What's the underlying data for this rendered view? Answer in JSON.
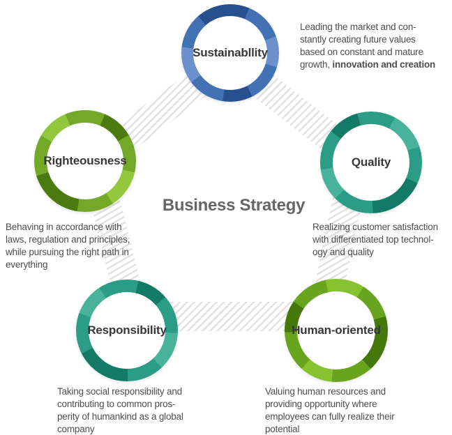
{
  "title": "Business Strategy",
  "colors": {
    "title": "#666666",
    "label": "#383838",
    "description": "#4d4d4d",
    "hatch": "#e2e2e2"
  },
  "circles": [
    {
      "id": "sustainability",
      "label": "Sustainabllity",
      "ring_colors": {
        "dark": "#27508f",
        "base": "#4272b4",
        "light": "#6b90cc"
      },
      "desc": "Leading the market and con-\nstantly creating future values\nbased on constant and mature\ngrowth, ",
      "desc_bold": "innovation and creation"
    },
    {
      "id": "righteousness",
      "label": "Righteousness",
      "ring_colors": {
        "dark": "#4b7a10",
        "base": "#74a828",
        "light": "#93c73e"
      },
      "desc": "Behaving in accordance with\nlaws, regulation and principles,\nwhile pursuing the right path in\neverything",
      "desc_bold": ""
    },
    {
      "id": "quality",
      "label": "Quality",
      "ring_colors": {
        "dark": "#137a65",
        "base": "#2b9c85",
        "light": "#49b29b"
      },
      "desc": "Realizing customer satisfaction\nwith differentiated top technol-\nogy and quality",
      "desc_bold": ""
    },
    {
      "id": "responsibility",
      "label": "Responsibility",
      "ring_colors": {
        "dark": "#137a65",
        "base": "#2b9c85",
        "light": "#49b29b"
      },
      "desc": "Taking social responsibility and\ncontributing to common pros-\nperity of humankind as a global\ncompany",
      "desc_bold": ""
    },
    {
      "id": "human-oriented",
      "label": "Human-oriented",
      "ring_colors": {
        "dark": "#45770a",
        "base": "#68a41e",
        "light": "#87c330"
      },
      "desc": "Valuing human resources and\nproviding opportunity where\nemployees can fully realize their\npotential",
      "desc_bold": ""
    }
  ]
}
